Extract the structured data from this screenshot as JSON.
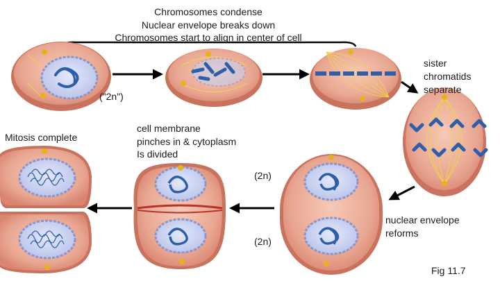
{
  "header": {
    "line1": "Chromosomes condense",
    "line2": "Nuclear envelope breaks down",
    "line3": "Chromosomes start to align in center of cell"
  },
  "labels": {
    "two_n_quoted": "(\"2n\")",
    "sister_1": "sister",
    "sister_2": "chromatids",
    "sister_3": "separate",
    "membrane_1": "cell membrane",
    "membrane_2": "pinches in & cytoplasm",
    "membrane_3": "Is divided",
    "mitosis_complete": "Mitosis complete",
    "two_n_top": "(2n)",
    "two_n_bottom": "(2n)",
    "nuclear_1": "nuclear envelope",
    "nuclear_2": "reforms",
    "fig": "Fig 11.7"
  },
  "colors": {
    "cell_fill": "#e7a996",
    "cell_rim": "#c96f5c",
    "nucleus_fill": "#cfd6f0",
    "nucleus_rim": "#8a95c8",
    "chromosome": "#2f5ea8",
    "spindle": "#f2d24b",
    "centrosome": "#e8b21d",
    "arrow": "#000000"
  }
}
